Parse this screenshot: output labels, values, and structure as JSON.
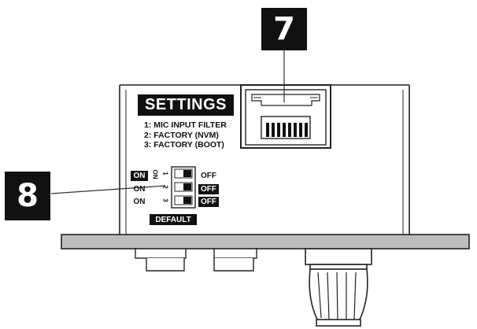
{
  "callouts": {
    "top": "7",
    "left": "8"
  },
  "settings": {
    "title": "SETTINGS",
    "lines": [
      "1: MIC INPUT FILTER",
      "2: FACTORY (NVM)",
      "3: FACTORY (BOOT)"
    ]
  },
  "dip": {
    "on_label": "ON",
    "numbers": [
      "1",
      "2",
      "3"
    ],
    "rows": [
      {
        "left": "ON",
        "left_highlight": true,
        "right": "OFF",
        "right_highlight": false
      },
      {
        "left": "ON",
        "left_highlight": false,
        "right": "OFF",
        "right_highlight": true
      },
      {
        "left": "ON",
        "left_highlight": false,
        "right": "OFF",
        "right_highlight": true
      }
    ],
    "default_label": "DEFAULT"
  },
  "colors": {
    "ink": "#111111",
    "panel": "#bdbdbd",
    "white": "#ffffff"
  }
}
